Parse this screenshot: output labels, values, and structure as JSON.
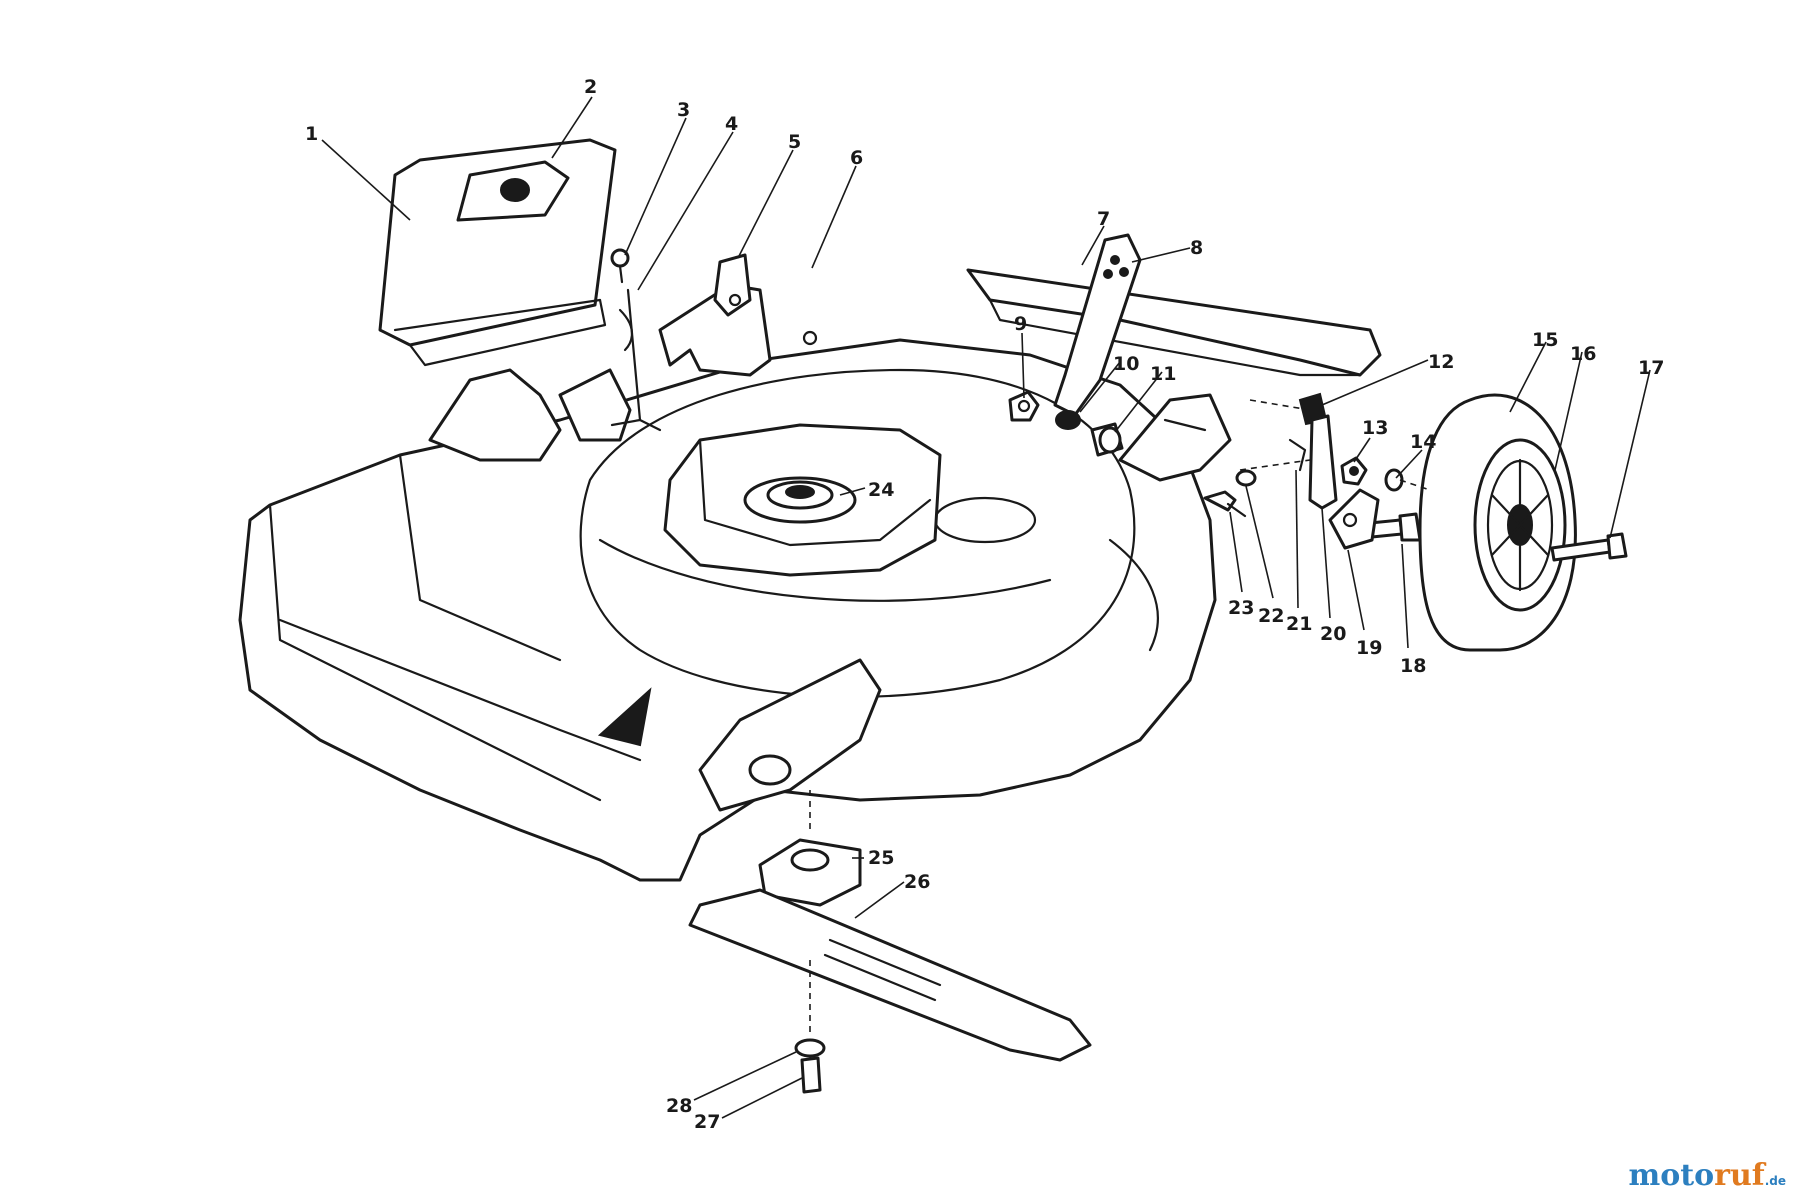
{
  "diagram": {
    "type": "exploded-parts-diagram",
    "callouts": [
      "1",
      "2",
      "3",
      "4",
      "5",
      "6",
      "7",
      "8",
      "9",
      "10",
      "11",
      "12",
      "13",
      "14",
      "15",
      "16",
      "17",
      "18",
      "19",
      "20",
      "21",
      "22",
      "23",
      "24",
      "25",
      "26",
      "27",
      "28"
    ]
  },
  "watermark": {
    "part1": "moto",
    "part2": "ruf",
    "suffix": ".de",
    "colors": {
      "primary": "#2c7fbf",
      "accent": "#e07a1f"
    }
  }
}
